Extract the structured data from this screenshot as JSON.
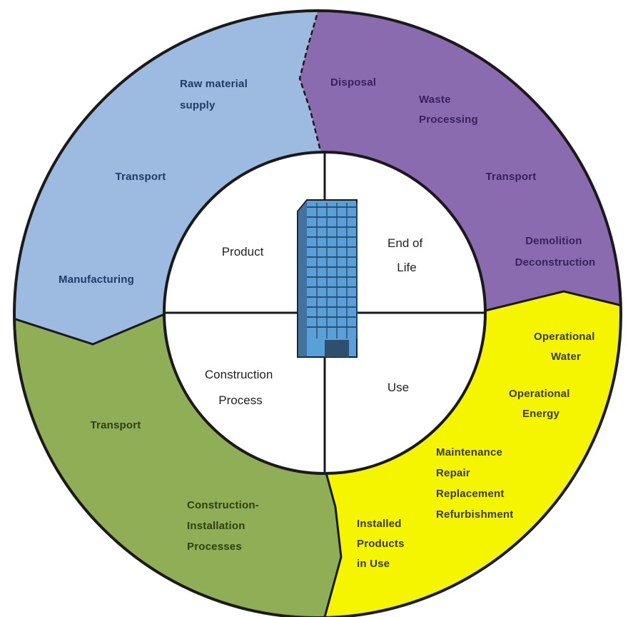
{
  "colors": {
    "product_ring": "#9dbbe0",
    "end_of_life_ring": "#8a6bb0",
    "use_ring": "#f5f500",
    "construction_ring": "#8fae55",
    "inner_fill": "#ffffff",
    "stroke": "#1a1a1a",
    "text_blue": "#1f3b66",
    "text_purple": "#3a1f5e",
    "text_yellow": "#3b3b00",
    "text_green": "#2e3f14",
    "building_glass": "#5aa0d8",
    "building_frame": "#2f4f6f"
  },
  "inner": {
    "product": "Product",
    "end_of_life": [
      "End of",
      "Life"
    ],
    "construction": [
      "Construction",
      "Process"
    ],
    "use": "Use"
  },
  "ring": {
    "product": {
      "raw_material": [
        "Raw material",
        "supply"
      ],
      "transport": "Transport",
      "manufacturing": "Manufacturing"
    },
    "end_of_life": {
      "disposal": "Disposal",
      "waste": [
        "Waste",
        "Processing"
      ],
      "transport": "Transport",
      "demolition": [
        "Demolition",
        "Deconstruction"
      ]
    },
    "use": {
      "op_water": [
        "Operational",
        "Water"
      ],
      "op_energy": [
        "Operational",
        "Energy"
      ],
      "maintenance": [
        "Maintenance",
        "Repair",
        "Replacement",
        "Refurbishment"
      ],
      "installed": [
        "Installed",
        "Products",
        "in Use"
      ]
    },
    "construction": {
      "transport": "Transport",
      "installation": [
        "Construction-",
        "Installation",
        "Processes"
      ]
    }
  },
  "icons": {
    "center": "office-building-icon"
  }
}
